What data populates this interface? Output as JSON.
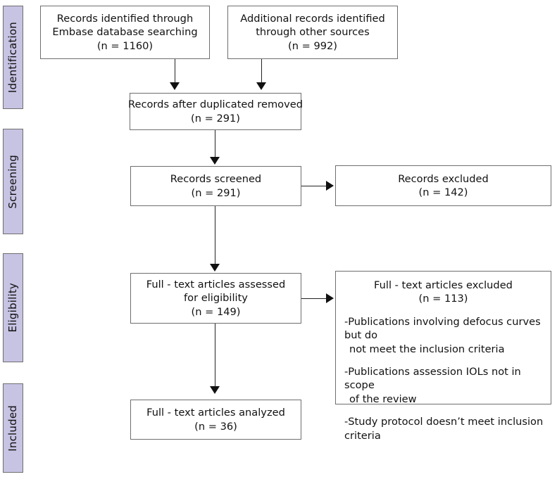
{
  "diagram": {
    "title": "PRISMA flow diagram",
    "accent_color": "#c7c3e3",
    "box_border_color": "#6e6e6e",
    "connector_color": "#232323"
  },
  "stages": [
    {
      "id": "identification",
      "label": "Identification"
    },
    {
      "id": "screening",
      "label": "Screening"
    },
    {
      "id": "eligibility",
      "label": "Eligibility"
    },
    {
      "id": "included",
      "label": "Included"
    }
  ],
  "boxes": {
    "records_identified": {
      "line1": "Records identified through",
      "line2": "Embase database searching",
      "count": "(n = 1160)"
    },
    "additional_records": {
      "line1": "Additional records identified",
      "line2": "through other sources",
      "count": "(n = 992)"
    },
    "after_duplicates": {
      "line1": "Records after duplicated removed",
      "count": "(n = 291)"
    },
    "records_screened": {
      "line1": "Records screened",
      "count": "(n = 291)"
    },
    "records_excluded": {
      "line1": "Records excluded",
      "count": "(n = 142)"
    },
    "fulltext_assessed": {
      "line1": "Full - text articles assessed",
      "line2": "for eligibility",
      "count": "(n = 149)"
    },
    "fulltext_excluded": {
      "line1": "Full - text articles excluded",
      "count": "(n = 113)",
      "reasons": [
        {
          "first": "-Publications involving defocus curves but do",
          "second": "not meet the inclusion criteria"
        },
        {
          "first": "-Publications assession IOLs not in scope",
          "second": "of the review"
        },
        {
          "first": "-Study protocol doesn’t meet inclusion criteria",
          "second": ""
        }
      ]
    },
    "fulltext_analyzed": {
      "line1": "Full - text articles analyzed",
      "count": "(n = 36)"
    }
  }
}
